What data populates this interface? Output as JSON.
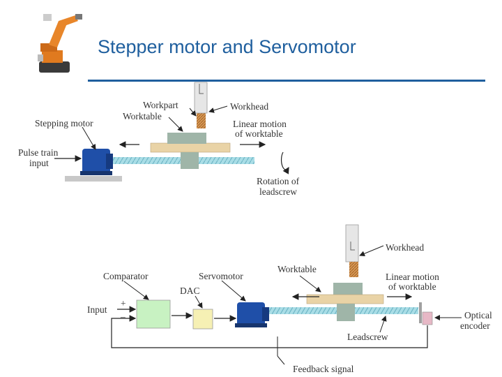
{
  "slide": {
    "title": "Stepper motor and Servomotor"
  },
  "diagram1": {
    "labels": {
      "workpart": "Workpart",
      "worktable": "Worktable",
      "workhead": "Workhead",
      "stepping_motor": "Stepping motor",
      "linear_motion_1": "Linear motion",
      "linear_motion_2": "of worktable",
      "pulse_train_1": "Pulse train",
      "pulse_train_2": "input",
      "rotation_1": "Rotation of",
      "rotation_2": "leadscrew"
    }
  },
  "diagram2": {
    "labels": {
      "workhead": "Workhead",
      "worktable": "Worktable",
      "comparator": "Comparator",
      "servomotor": "Servomotor",
      "dac": "DAC",
      "linear_motion_1": "Linear motion",
      "linear_motion_2": "of worktable",
      "input": "Input",
      "plus": "+",
      "minus": "–",
      "optical_1": "Optical",
      "optical_2": "encoder",
      "leadscrew": "Leadscrew",
      "feedback": "Feedback signal"
    }
  },
  "colors": {
    "title": "#1f5f9e",
    "motor": "#1f4fa8",
    "leadscrew": "#a9dde6",
    "worktable": "#e9d3a6",
    "carriage": "#9fb5a8",
    "comparator": "#c8f2c2",
    "dac": "#f6f0b4",
    "encoder": "#e7b8c6"
  }
}
